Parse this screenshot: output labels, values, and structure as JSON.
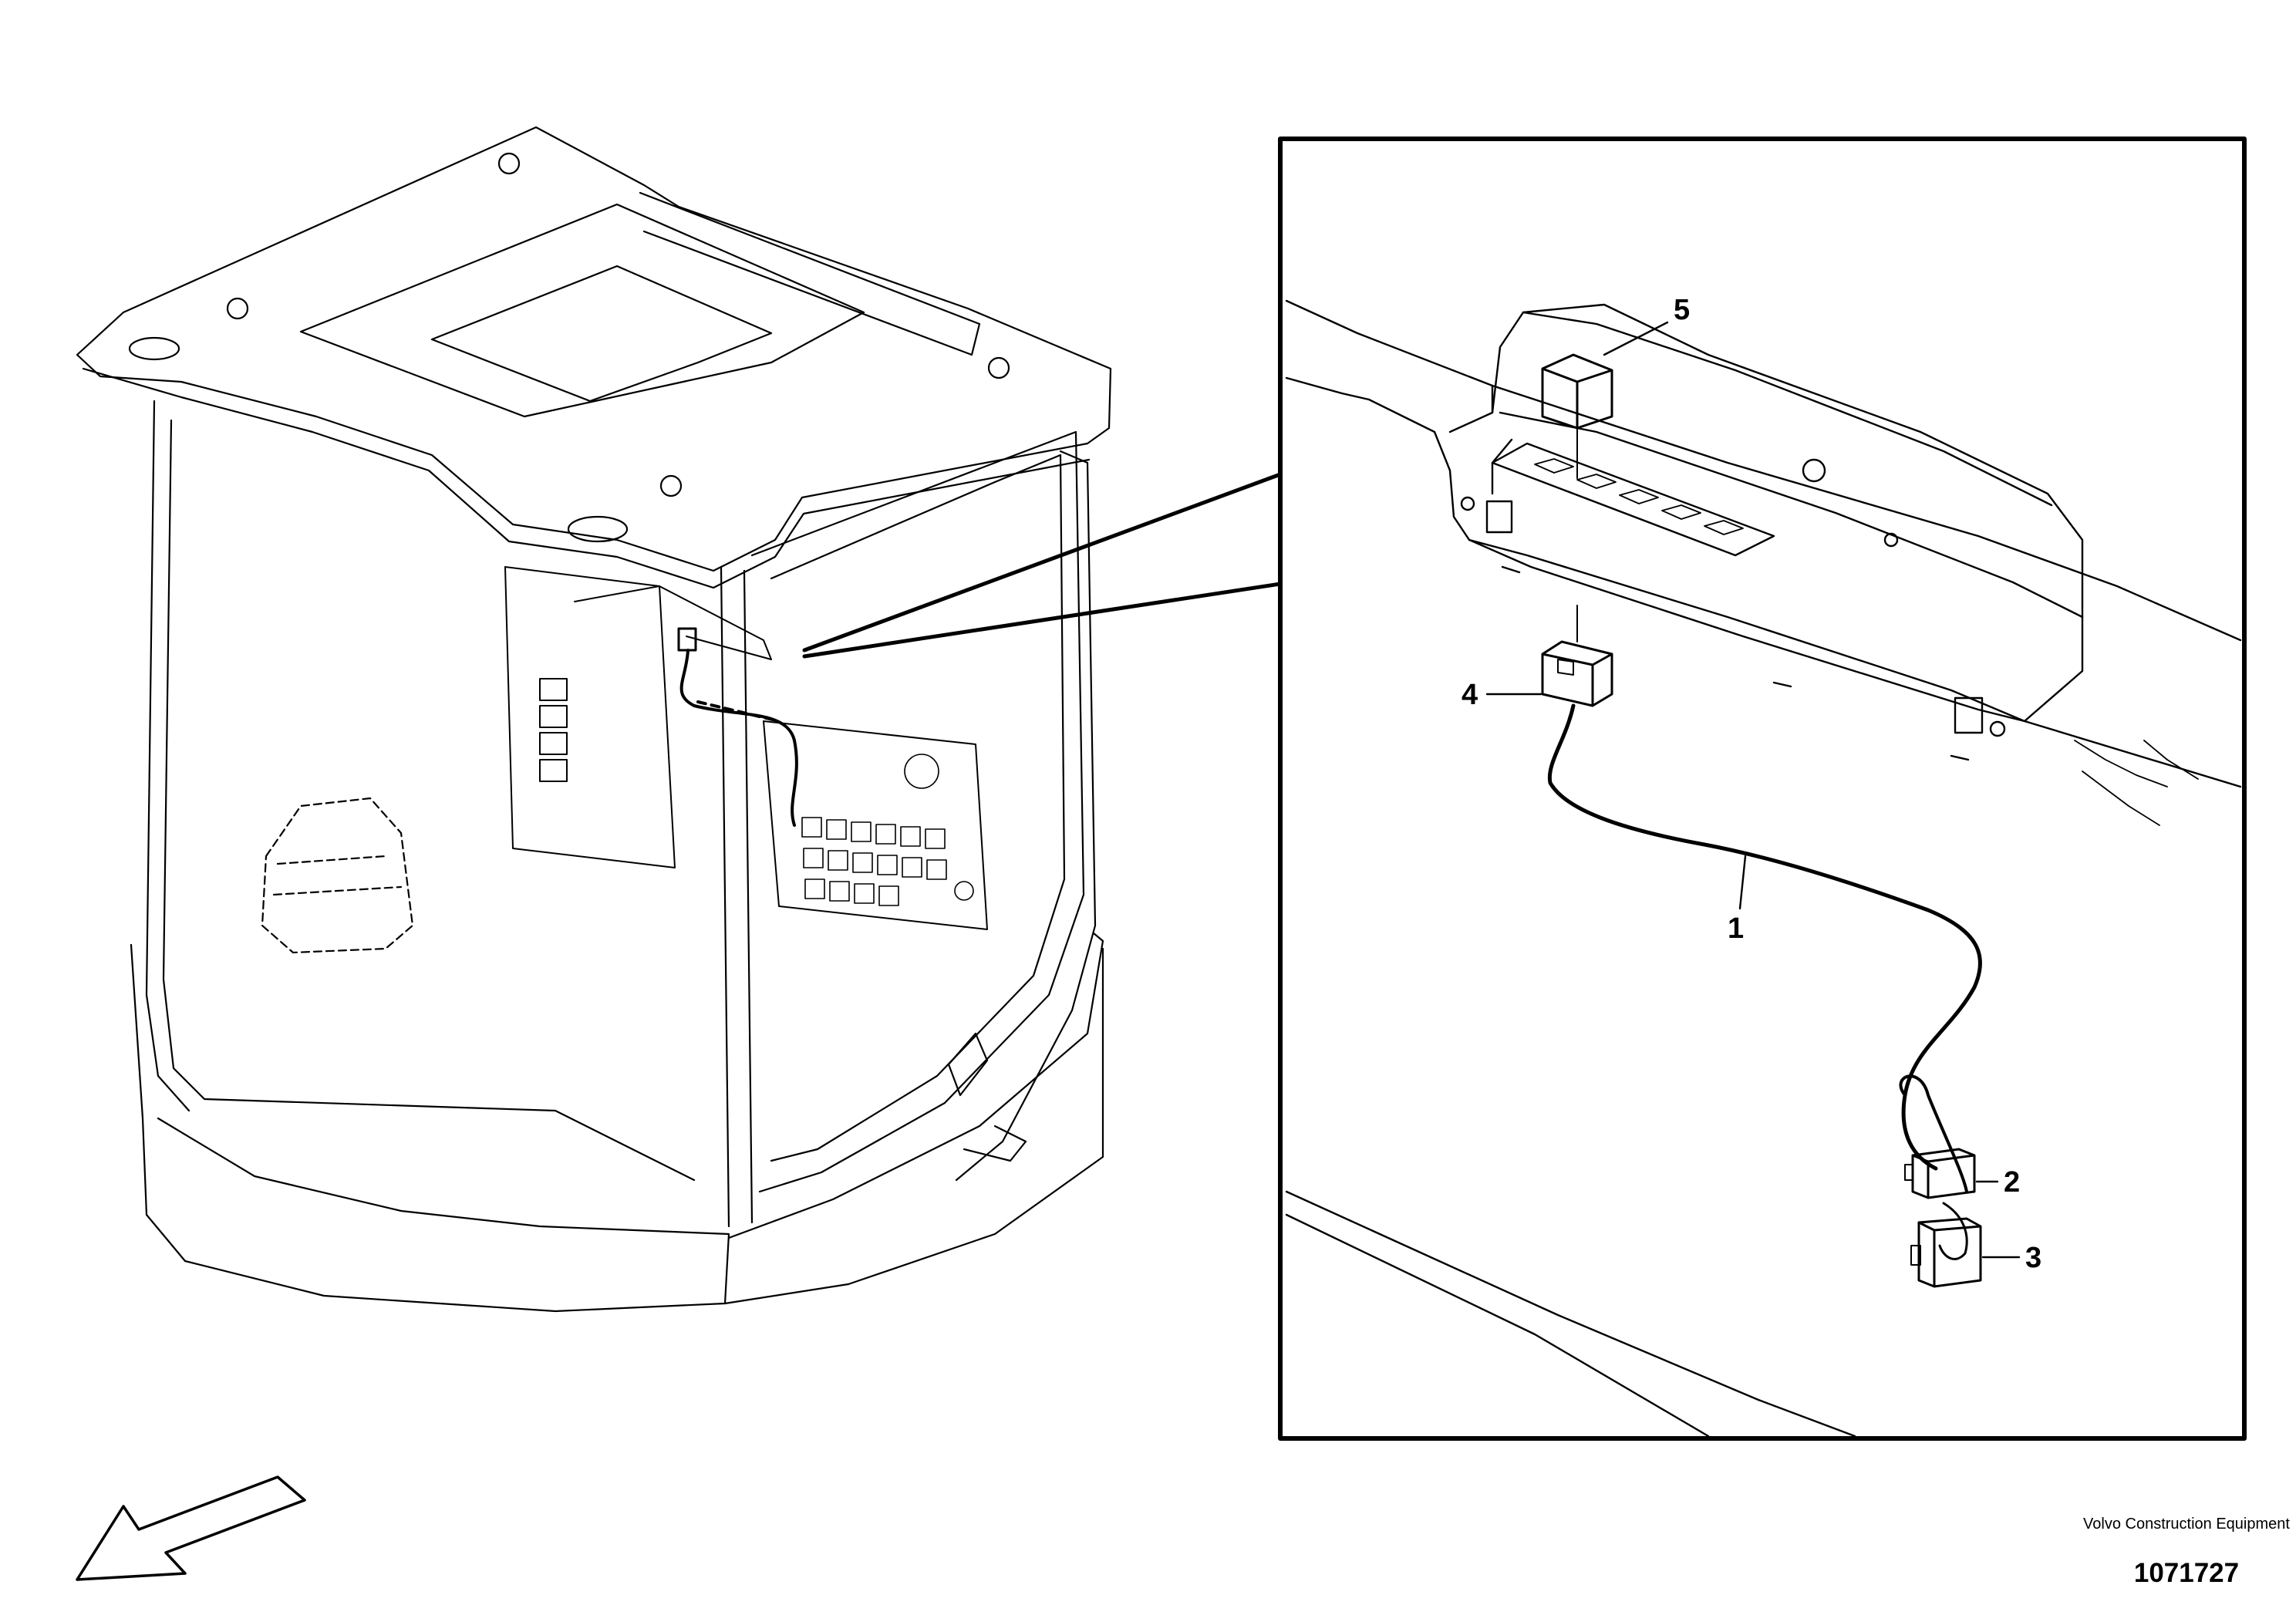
{
  "callouts": {
    "item_1": "1",
    "item_2": "2",
    "item_3": "3",
    "item_4": "4",
    "item_5": "5"
  },
  "footer": {
    "company": "Volvo Construction Equipment",
    "drawing_number": "1071727"
  },
  "colors": {
    "ink": "#000000",
    "background": "#ffffff"
  }
}
